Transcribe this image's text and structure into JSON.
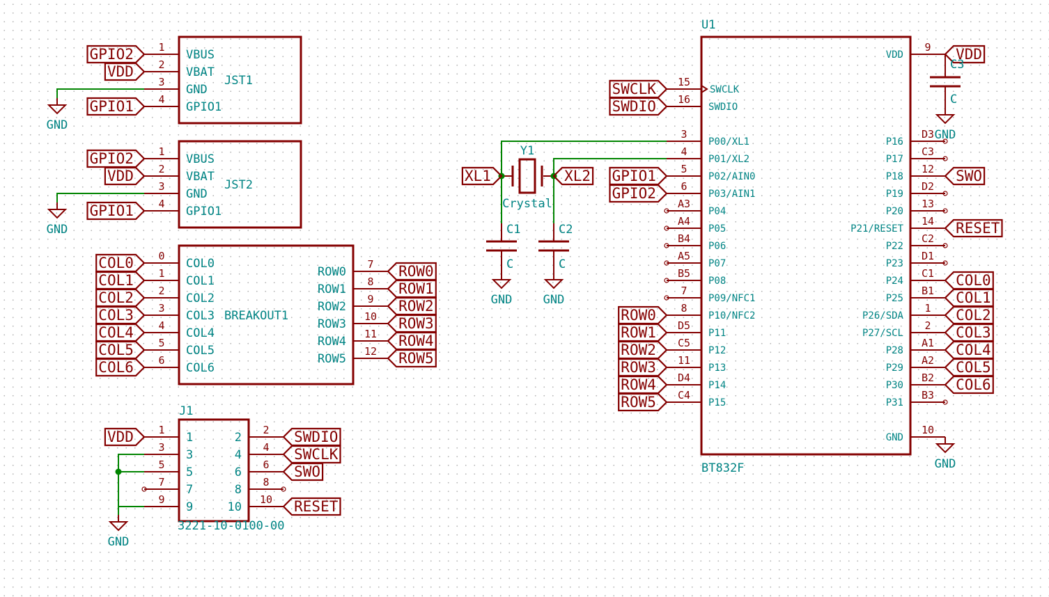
{
  "jst1": {
    "ref": "JST1",
    "pins": [
      {
        "num": "1",
        "name": "VBUS",
        "label": "GPIO2"
      },
      {
        "num": "2",
        "name": "VBAT",
        "label": "VDD"
      },
      {
        "num": "3",
        "name": "GND",
        "power": "GND"
      },
      {
        "num": "4",
        "name": "GPIO1",
        "label": "GPIO1"
      }
    ]
  },
  "jst2": {
    "ref": "JST2",
    "pins": [
      {
        "num": "1",
        "name": "VBUS",
        "label": "GPIO2"
      },
      {
        "num": "2",
        "name": "VBAT",
        "label": "VDD"
      },
      {
        "num": "3",
        "name": "GND",
        "power": "GND"
      },
      {
        "num": "4",
        "name": "GPIO1",
        "label": "GPIO1"
      }
    ]
  },
  "breakout": {
    "ref": "BREAKOUT1",
    "left": [
      {
        "num": "0",
        "name": "COL0",
        "label": "COL0"
      },
      {
        "num": "1",
        "name": "COL1",
        "label": "COL1"
      },
      {
        "num": "2",
        "name": "COL2",
        "label": "COL2"
      },
      {
        "num": "3",
        "name": "COL3",
        "label": "COL3"
      },
      {
        "num": "4",
        "name": "COL4",
        "label": "COL4"
      },
      {
        "num": "5",
        "name": "COL5",
        "label": "COL5"
      },
      {
        "num": "6",
        "name": "COL6",
        "label": "COL6"
      }
    ],
    "right": [
      {
        "num": "7",
        "name": "ROW0",
        "label": "ROW0"
      },
      {
        "num": "8",
        "name": "ROW1",
        "label": "ROW1"
      },
      {
        "num": "9",
        "name": "ROW2",
        "label": "ROW2"
      },
      {
        "num": "10",
        "name": "ROW3",
        "label": "ROW3"
      },
      {
        "num": "11",
        "name": "ROW4",
        "label": "ROW4"
      },
      {
        "num": "12",
        "name": "ROW5",
        "label": "ROW5"
      }
    ]
  },
  "j1": {
    "ref": "J1",
    "value": "3221-10-0100-00",
    "left": [
      {
        "num": "1",
        "name": "1",
        "label": "VDD"
      },
      {
        "num": "3",
        "name": "3"
      },
      {
        "num": "5",
        "name": "5"
      },
      {
        "num": "7",
        "name": "7"
      },
      {
        "num": "9",
        "name": "9"
      }
    ],
    "right": [
      {
        "num": "2",
        "name": "2",
        "label": "SWDIO"
      },
      {
        "num": "4",
        "name": "4",
        "label": "SWCLK"
      },
      {
        "num": "6",
        "name": "6",
        "label": "SWO"
      },
      {
        "num": "8",
        "name": "8"
      },
      {
        "num": "10",
        "name": "10",
        "label": "RESET"
      }
    ],
    "gnd": "GND"
  },
  "crystal": {
    "ref": "Y1",
    "value": "Crystal",
    "left_label": "XL1",
    "right_label": "XL2"
  },
  "c1": {
    "ref": "C1",
    "value": "C",
    "gnd": "GND"
  },
  "c2": {
    "ref": "C2",
    "value": "C",
    "gnd": "GND"
  },
  "c3": {
    "ref": "C3",
    "value": "C",
    "gnd": "GND"
  },
  "u1": {
    "ref": "U1",
    "value": "BT832F",
    "left": [
      {
        "num": "15",
        "name": "SWCLK",
        "label": "SWCLK",
        "clock": true
      },
      {
        "num": "16",
        "name": "SWDIO",
        "label": "SWDIO"
      },
      {
        "num": "3",
        "name": "P00/XL1"
      },
      {
        "num": "4",
        "name": "P01/XL2"
      },
      {
        "num": "5",
        "name": "P02/AIN0",
        "label": "GPIO1"
      },
      {
        "num": "6",
        "name": "P03/AIN1",
        "label": "GPIO2"
      },
      {
        "num": "A3",
        "name": "P04"
      },
      {
        "num": "A4",
        "name": "P05"
      },
      {
        "num": "B4",
        "name": "P06"
      },
      {
        "num": "A5",
        "name": "P07"
      },
      {
        "num": "B5",
        "name": "P08"
      },
      {
        "num": "7",
        "name": "P09/NFC1"
      },
      {
        "num": "8",
        "name": "P10/NFC2",
        "label": "ROW0"
      },
      {
        "num": "D5",
        "name": "P11",
        "label": "ROW1"
      },
      {
        "num": "C5",
        "name": "P12",
        "label": "ROW2"
      },
      {
        "num": "11",
        "name": "P13",
        "label": "ROW3"
      },
      {
        "num": "D4",
        "name": "P14",
        "label": "ROW4"
      },
      {
        "num": "C4",
        "name": "P15",
        "label": "ROW5"
      }
    ],
    "right": [
      {
        "num": "9",
        "name": "VDD",
        "label": "VDD"
      },
      {
        "num": "D3",
        "name": "P16"
      },
      {
        "num": "C3",
        "name": "P17"
      },
      {
        "num": "12",
        "name": "P18",
        "label": "SWO"
      },
      {
        "num": "D2",
        "name": "P19"
      },
      {
        "num": "13",
        "name": "P20"
      },
      {
        "num": "14",
        "name": "P21/RESET",
        "label": "RESET"
      },
      {
        "num": "C2",
        "name": "P22"
      },
      {
        "num": "D1",
        "name": "P23"
      },
      {
        "num": "C1",
        "name": "P24",
        "label": "COL0"
      },
      {
        "num": "B1",
        "name": "P25",
        "label": "COL1"
      },
      {
        "num": "1",
        "name": "P26/SDA",
        "label": "COL2"
      },
      {
        "num": "2",
        "name": "P27/SCL",
        "label": "COL3"
      },
      {
        "num": "A1",
        "name": "P28",
        "label": "COL4"
      },
      {
        "num": "A2",
        "name": "P29",
        "label": "COL5"
      },
      {
        "num": "B2",
        "name": "P30",
        "label": "COL6"
      },
      {
        "num": "B3",
        "name": "P31"
      },
      {
        "num": "10",
        "name": "GND",
        "power": "GND"
      }
    ]
  }
}
